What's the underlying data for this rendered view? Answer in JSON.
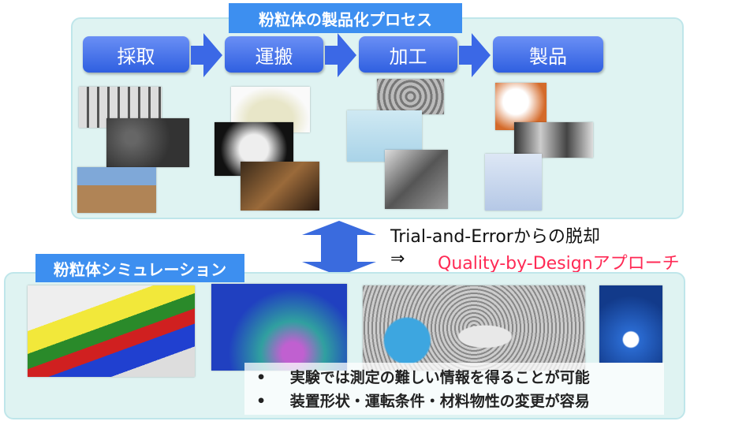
{
  "top_panel": {
    "title": "粉粒体の製品化プロセス",
    "steps": [
      "採取",
      "運搬",
      "加工",
      "製品"
    ]
  },
  "middle": {
    "line1": "Trial-and-Errorからの脱却",
    "arrow_symbol": "⇒",
    "line2": "Quality-by-Designアプローチ"
  },
  "bottom_panel": {
    "title": "粉粒体シミュレーション",
    "bullets": [
      "実験では測定の難しい情報を得ることが可能",
      "装置形状・運転条件・材料物性の変更が容易"
    ],
    "bullet_symbol": "•"
  },
  "colors": {
    "accent": "#3d8ff0",
    "step": "#3b68e6",
    "highlight": "#ff2a55"
  }
}
